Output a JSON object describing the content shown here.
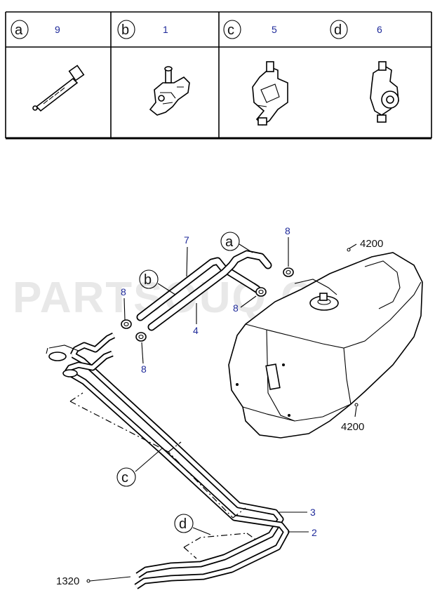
{
  "table": {
    "cells": [
      {
        "letter": "a",
        "qty": "9"
      },
      {
        "letter": "b",
        "qty": "1"
      },
      {
        "letter": "c",
        "qty": "5"
      },
      {
        "letter": "d",
        "qty": "6"
      }
    ]
  },
  "watermark": "PARTSOUQ.COM",
  "callouts": {
    "a": "a",
    "b": "b",
    "c": "c",
    "d": "d"
  },
  "part_labels": {
    "p7": "7",
    "p4": "4",
    "p8_top": "8",
    "p8_mid": "8",
    "p8_left_top": "8",
    "p8_left_bottom": "8",
    "p3": "3",
    "p2": "2",
    "ref_4200_top": "4200",
    "ref_4200_bottom": "4200",
    "ref_1320": "1320"
  }
}
